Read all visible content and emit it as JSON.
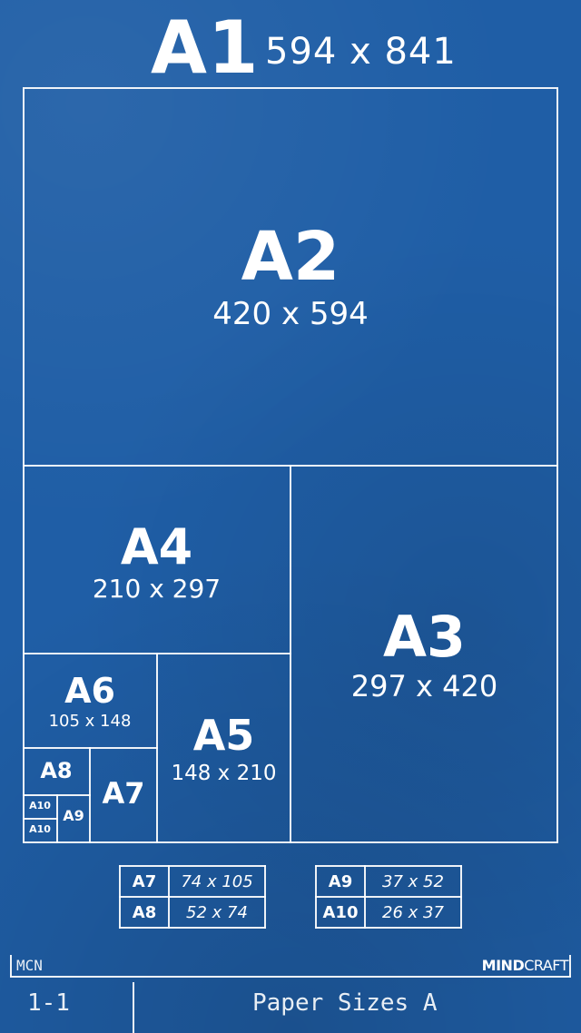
{
  "header": {
    "name": "A1",
    "dims": "594 x 841"
  },
  "sheets": {
    "a2": {
      "name": "A2",
      "dims": "420 x 594"
    },
    "a3": {
      "name": "A3",
      "dims": "297 x 420"
    },
    "a4": {
      "name": "A4",
      "dims": "210 x 297"
    },
    "a5": {
      "name": "A5",
      "dims": "148 x 210"
    },
    "a6": {
      "name": "A6",
      "dims": "105 x 148"
    },
    "a7": {
      "name": "A7"
    },
    "a8": {
      "name": "A8"
    },
    "a9": {
      "name": "A9"
    },
    "a10": {
      "name": "A10"
    }
  },
  "tables": {
    "left": [
      {
        "size": "A7",
        "dims": "74 x 105"
      },
      {
        "size": "A8",
        "dims": "52 x 74"
      }
    ],
    "right": [
      {
        "size": "A9",
        "dims": "37 x 52"
      },
      {
        "size": "A10",
        "dims": "26 x 37"
      }
    ]
  },
  "footer": {
    "code": "MCN",
    "brand_bold": "MIND",
    "brand_light": "CRAFT",
    "page": "1-1",
    "title": "Paper Sizes A"
  },
  "colors": {
    "background": "#1f5ea6",
    "lines": "#ffffff"
  }
}
